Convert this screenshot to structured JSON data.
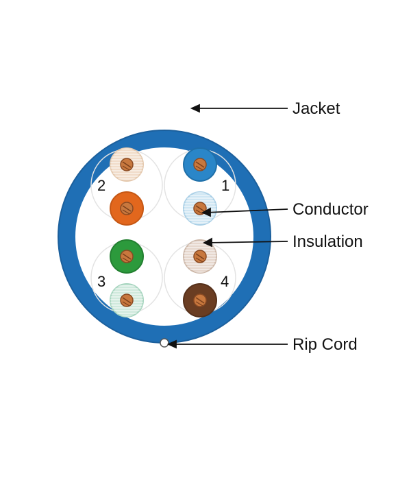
{
  "labels": {
    "jacket": "Jacket",
    "conductor": "Conductor",
    "insulation": "Insulation",
    "rip_cord": "Rip Cord"
  },
  "pairs": [
    {
      "number": "1",
      "wires": [
        "blue",
        "blue-white"
      ]
    },
    {
      "number": "2",
      "wires": [
        "orange-white",
        "orange"
      ]
    },
    {
      "number": "3",
      "wires": [
        "green",
        "green-white"
      ]
    },
    {
      "number": "4",
      "wires": [
        "brown-white",
        "brown"
      ]
    }
  ],
  "colors": {
    "jacket": "#1f6fb5",
    "jacket_edge": "#1b5f9c",
    "conductor": "#c8783e",
    "blue": "#2a86c8",
    "blue_white": "#cfe6f3",
    "orange": "#e2671d",
    "orange_white": "#f1dcc9",
    "green": "#2c9a3c",
    "green_white": "#cfe9dc",
    "brown": "#6a3d22",
    "brown_white": "#e6d7cd"
  }
}
